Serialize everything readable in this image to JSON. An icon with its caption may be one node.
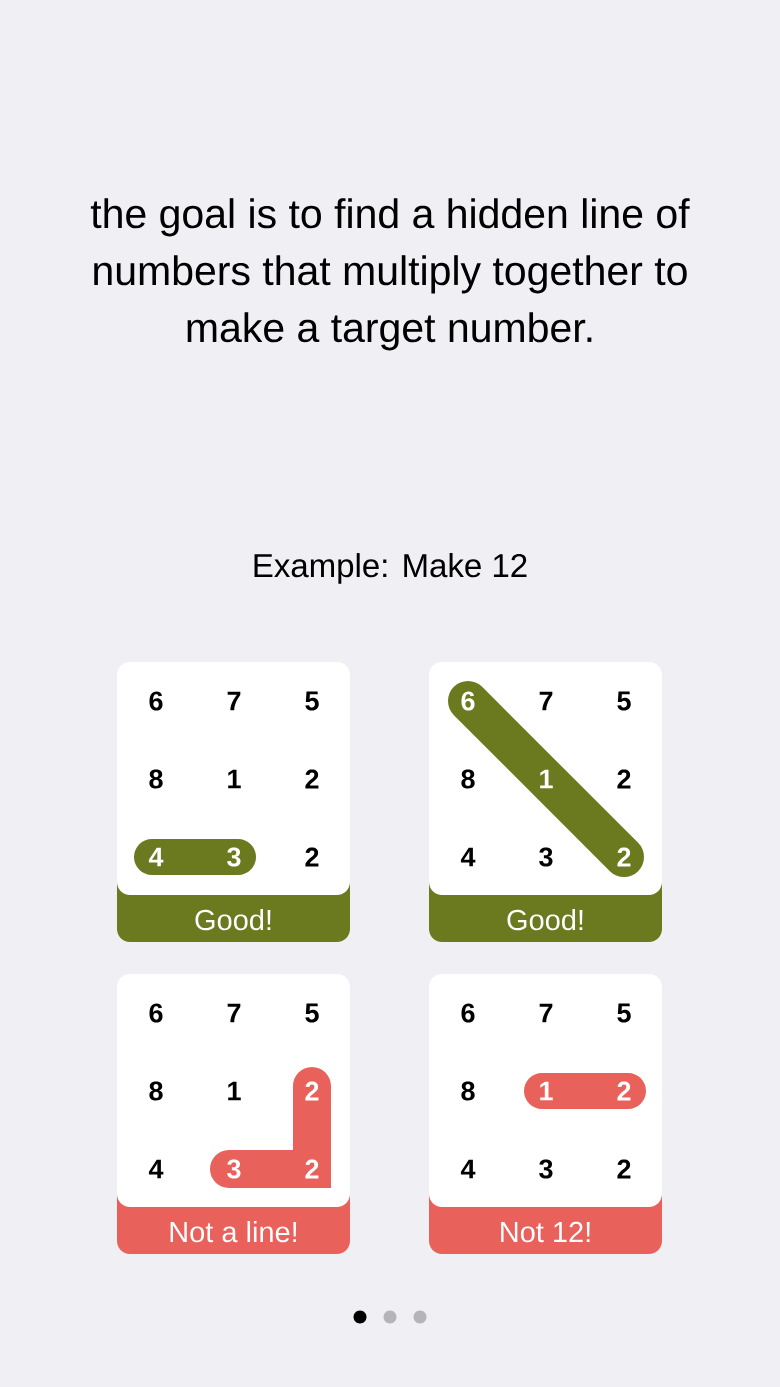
{
  "diagram": {
    "title": "the goal is to find a hidden line of numbers that multiply together to make a target number.",
    "nodes": [
      {
        "text": [
          "6",
          "7",
          "5",
          "8",
          "1",
          "2",
          "4",
          "3",
          "2",
          "Good!"
        ]
      },
      {
        "text": [
          "6",
          "7",
          "5",
          "8",
          "1",
          "2",
          "4",
          "3",
          "2",
          "Good!"
        ]
      },
      {
        "text": [
          "6",
          "7",
          "5",
          "8",
          "1",
          "2",
          "4",
          "3",
          "2",
          "Not a line!"
        ]
      },
      {
        "text": [
          "6",
          "7",
          "5",
          "8",
          "1",
          "2",
          "4",
          "3",
          "2",
          "Not 12!"
        ]
      }
    ],
    "labels": [
      "Example: Make 12"
    ]
  }
}
